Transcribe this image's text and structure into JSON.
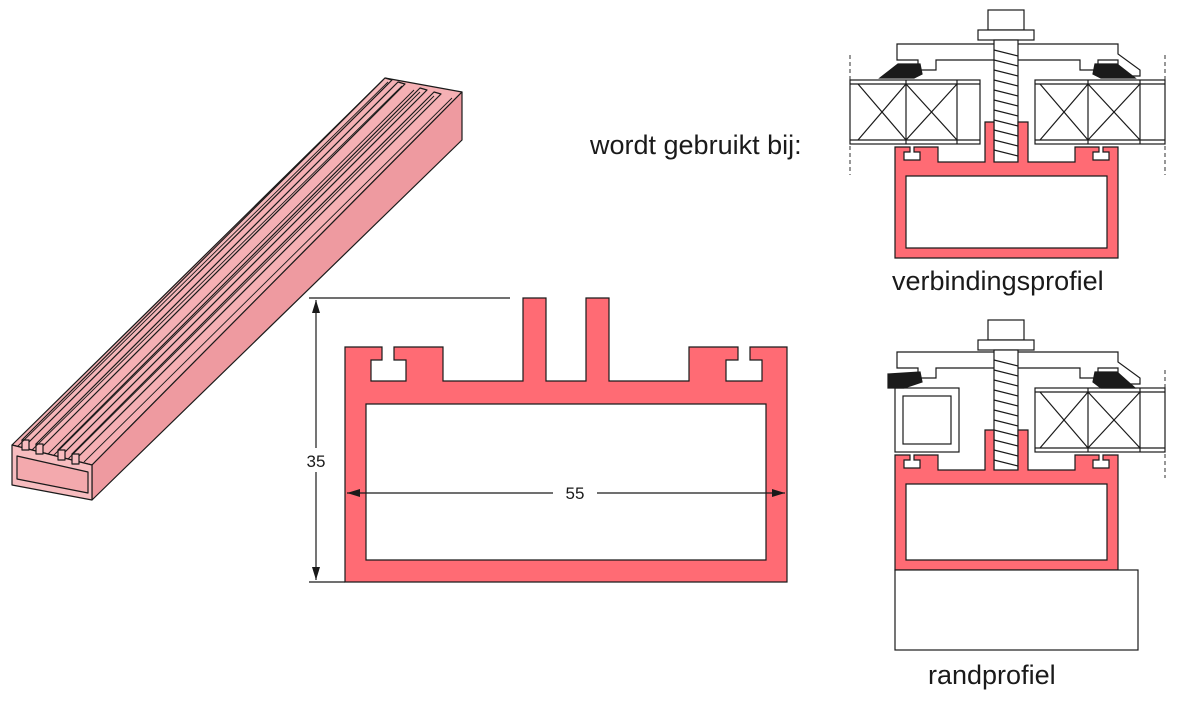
{
  "labels": {
    "used_with": "wordt gebruikt bij:",
    "connection_profile": "verbindingsprofiel",
    "edge_profile": "randprofiel"
  },
  "dimensions": {
    "height": "35",
    "width": "55"
  },
  "colors": {
    "profile_fill": "#ff6b74",
    "profile_fill_light": "#f3a9ad",
    "stroke": "#1a1a1a",
    "background": "#ffffff"
  }
}
